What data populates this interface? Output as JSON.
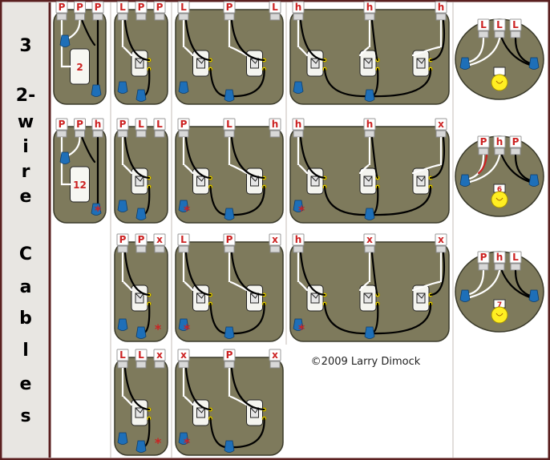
{
  "sidebar": {
    "count": "3",
    "line1": "2-",
    "letters_wire": [
      "w",
      "i",
      "r",
      "e"
    ],
    "letters_cables": [
      "C",
      "a",
      "b",
      "l",
      "e",
      "s"
    ]
  },
  "copyright": "©2009 Larry Dimock",
  "asterisk": "*",
  "boxes": [
    {
      "id": "r1c1",
      "labels": [
        "P",
        "P",
        "P"
      ],
      "receptacle": "2",
      "asterisk": false
    },
    {
      "id": "r1c2",
      "labels": [
        "L",
        "P",
        "P"
      ],
      "switches": 1,
      "asterisk": false
    },
    {
      "id": "r1c3",
      "labels": [
        "L",
        "P",
        "L"
      ],
      "switches": 2,
      "asterisk": false
    },
    {
      "id": "r1c4",
      "labels": [
        "h",
        "h",
        "h"
      ],
      "switches": 3,
      "asterisk": false
    },
    {
      "id": "r1c5",
      "labels": [
        "L",
        "L",
        "L"
      ],
      "lamp": "",
      "asterisk": false
    },
    {
      "id": "r2c1",
      "labels": [
        "P",
        "P",
        "h"
      ],
      "receptacle": "12",
      "asterisk": true
    },
    {
      "id": "r2c2",
      "labels": [
        "P",
        "L",
        "L"
      ],
      "switches": 1,
      "asterisk": false
    },
    {
      "id": "r2c3",
      "labels": [
        "P",
        "L",
        "h"
      ],
      "switches": 2,
      "asterisk": true
    },
    {
      "id": "r2c4",
      "labels": [
        "h",
        "h",
        "x"
      ],
      "switches": 3,
      "asterisk": true
    },
    {
      "id": "r2c5",
      "labels": [
        "P",
        "h",
        "P"
      ],
      "lamp": "6",
      "asterisk": false
    },
    {
      "id": "r3c2",
      "labels": [
        "P",
        "P",
        "x"
      ],
      "switches": 1,
      "asterisk": true
    },
    {
      "id": "r3c3",
      "labels": [
        "L",
        "P",
        "x"
      ],
      "switches": 2,
      "asterisk": true
    },
    {
      "id": "r3c4",
      "labels": [
        "h",
        "x",
        "x"
      ],
      "switches": 3,
      "asterisk": true
    },
    {
      "id": "r3c5",
      "labels": [
        "P",
        "h",
        "L"
      ],
      "lamp": "7",
      "asterisk": false
    },
    {
      "id": "r4c2",
      "labels": [
        "L",
        "L",
        "x"
      ],
      "switches": 1,
      "asterisk": true
    },
    {
      "id": "r4c3",
      "labels": [
        "x",
        "P",
        "x"
      ],
      "switches": 2,
      "asterisk": true
    }
  ]
}
